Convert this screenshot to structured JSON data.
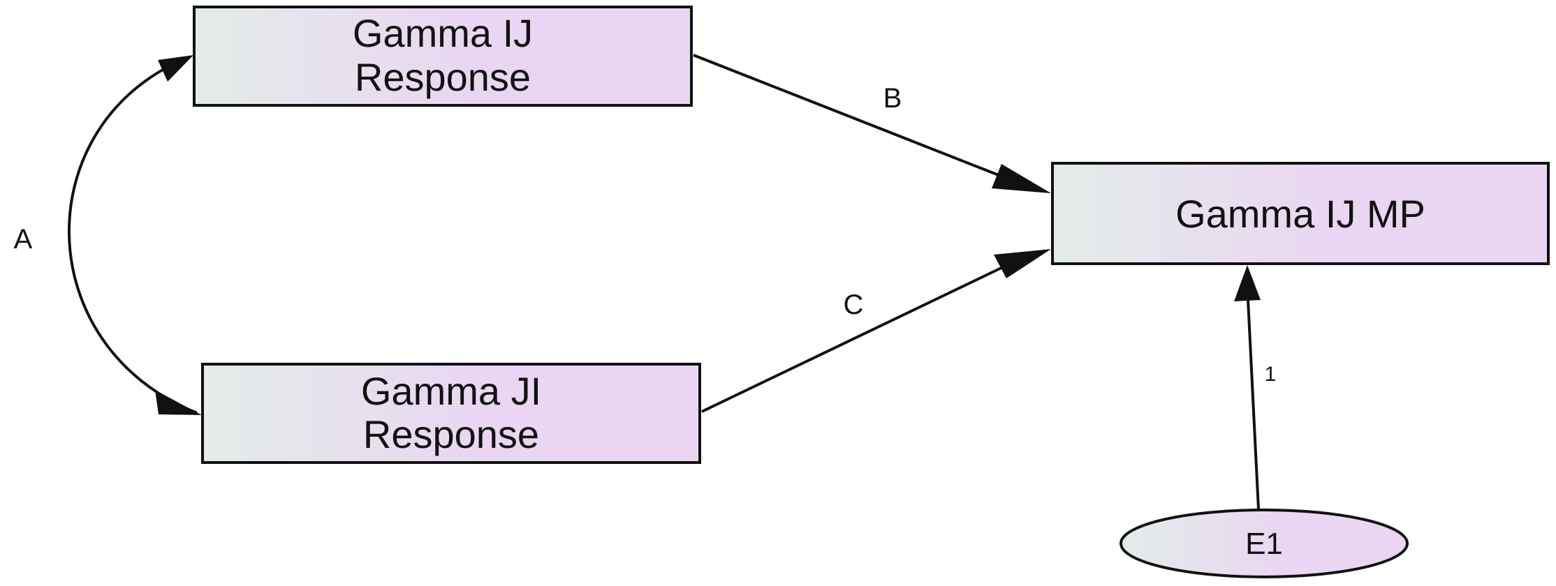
{
  "nodes": {
    "gamma_ij_response": {
      "line1": "Gamma IJ",
      "line2": "Response"
    },
    "gamma_ji_response": {
      "line1": "Gamma JI",
      "line2": "Response"
    },
    "gamma_ij_mp": {
      "label": "Gamma IJ MP"
    },
    "e1": {
      "label": "E1"
    }
  },
  "edges": {
    "a": {
      "label": "A"
    },
    "b": {
      "label": "B"
    },
    "c": {
      "label": "C"
    },
    "e1_to_mp": {
      "label": "1"
    }
  },
  "colors": {
    "box_fill_start": "#e3ece8",
    "box_fill_end": "#ead6f2",
    "stroke": "#111111"
  }
}
